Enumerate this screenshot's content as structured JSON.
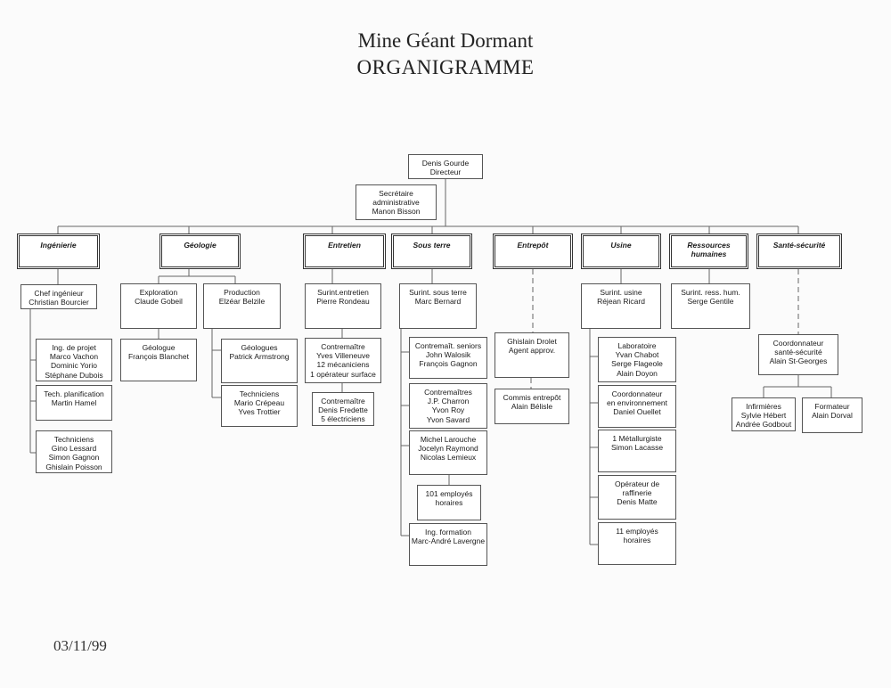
{
  "header": {
    "line1": "Mine Géant Dormant",
    "line2": "ORGANIGRAMME"
  },
  "footer": {
    "date": "03/11/99"
  },
  "top": {
    "director": [
      "Denis Gourde",
      "Directeur"
    ],
    "secretary": [
      "Secrétaire",
      "administrative",
      "Manon Bisson"
    ]
  },
  "departments": [
    {
      "label": [
        "Ingénierie"
      ]
    },
    {
      "label": [
        "Géologie"
      ]
    },
    {
      "label": [
        "Entretien"
      ]
    },
    {
      "label": [
        "Sous terre"
      ]
    },
    {
      "label": [
        "Entrepôt"
      ]
    },
    {
      "label": [
        "Usine"
      ]
    },
    {
      "label": [
        "Ressources",
        "humaines"
      ]
    },
    {
      "label": [
        "Santé-sécurité"
      ]
    }
  ],
  "ingenierie": {
    "head": [
      "Chef ingénieur",
      "Christian Bourcier"
    ],
    "subs": [
      [
        "Ing. de projet",
        "Marco Vachon",
        "Dominic Yorio",
        "Stéphane Dubois"
      ],
      [
        "Tech. planification",
        "Martin Hamel"
      ],
      [
        "Techniciens",
        "Gino Lessard",
        "Simon Gagnon",
        "Ghislain Poisson"
      ]
    ]
  },
  "geologie": {
    "exploration": [
      "Exploration",
      "Claude Gobeil"
    ],
    "production": [
      "Production",
      "Elzéar Belzile"
    ],
    "geologue": [
      "Géologue",
      "François Blanchet"
    ],
    "geologues": [
      "Géologues",
      "Patrick Armstrong"
    ],
    "techniciens": [
      "Techniciens",
      "Mario Crépeau",
      "Yves Trottier"
    ]
  },
  "entretien": {
    "head": [
      "Surint.entretien",
      "Pierre Rondeau"
    ],
    "subs": [
      [
        "Contremaître",
        "Yves Villeneuve",
        "12 mécaniciens",
        "1 opérateur surface"
      ],
      [
        "Contremaître",
        "Denis Fredette",
        "5 électriciens"
      ]
    ]
  },
  "sousterre": {
    "head": [
      "Surint. sous terre",
      "Marc Bernard"
    ],
    "subs": [
      [
        "Contremaît. seniors",
        "John Walosik",
        "François Gagnon"
      ],
      [
        "Contremaîtres",
        "J.P. Charron",
        "Yvon Roy",
        "Yvon Savard"
      ],
      [
        "Michel Larouche",
        "Jocelyn Raymond",
        "Nicolas Lemieux"
      ],
      [
        "101 employés",
        "horaires"
      ],
      [
        "Ing. formation",
        "Marc-André Lavergne"
      ]
    ]
  },
  "entrepot": {
    "head": [
      "Ghislain Drolet",
      "Agent approv."
    ],
    "sub": [
      "Commis entrepôt",
      "Alain Bélisle"
    ]
  },
  "usine": {
    "head": [
      "Surint. usine",
      "Réjean Ricard"
    ],
    "subs": [
      [
        "Laboratoire",
        "Yvan Chabot",
        "Serge Flageole",
        "Alain Doyon"
      ],
      [
        "Coordonnateur",
        "en environnement",
        "Daniel Ouellet"
      ],
      [
        "1 Métallurgiste",
        "Simon Lacasse"
      ],
      [
        "Opérateur de",
        "raffinerie",
        "Denis Matte"
      ],
      [
        "11 employés",
        "horaires"
      ]
    ]
  },
  "rh": {
    "head": [
      "Surint. ress. hum.",
      "Serge Gentile"
    ]
  },
  "sante": {
    "head": [
      "Coordonnateur",
      "santé-sécurité",
      "Alain St-Georges"
    ],
    "subs": [
      [
        "Infirmières",
        "Sylvie Hébert",
        "Andrée Godbout"
      ],
      [
        "Formateur",
        "Alain Dorval"
      ]
    ]
  }
}
